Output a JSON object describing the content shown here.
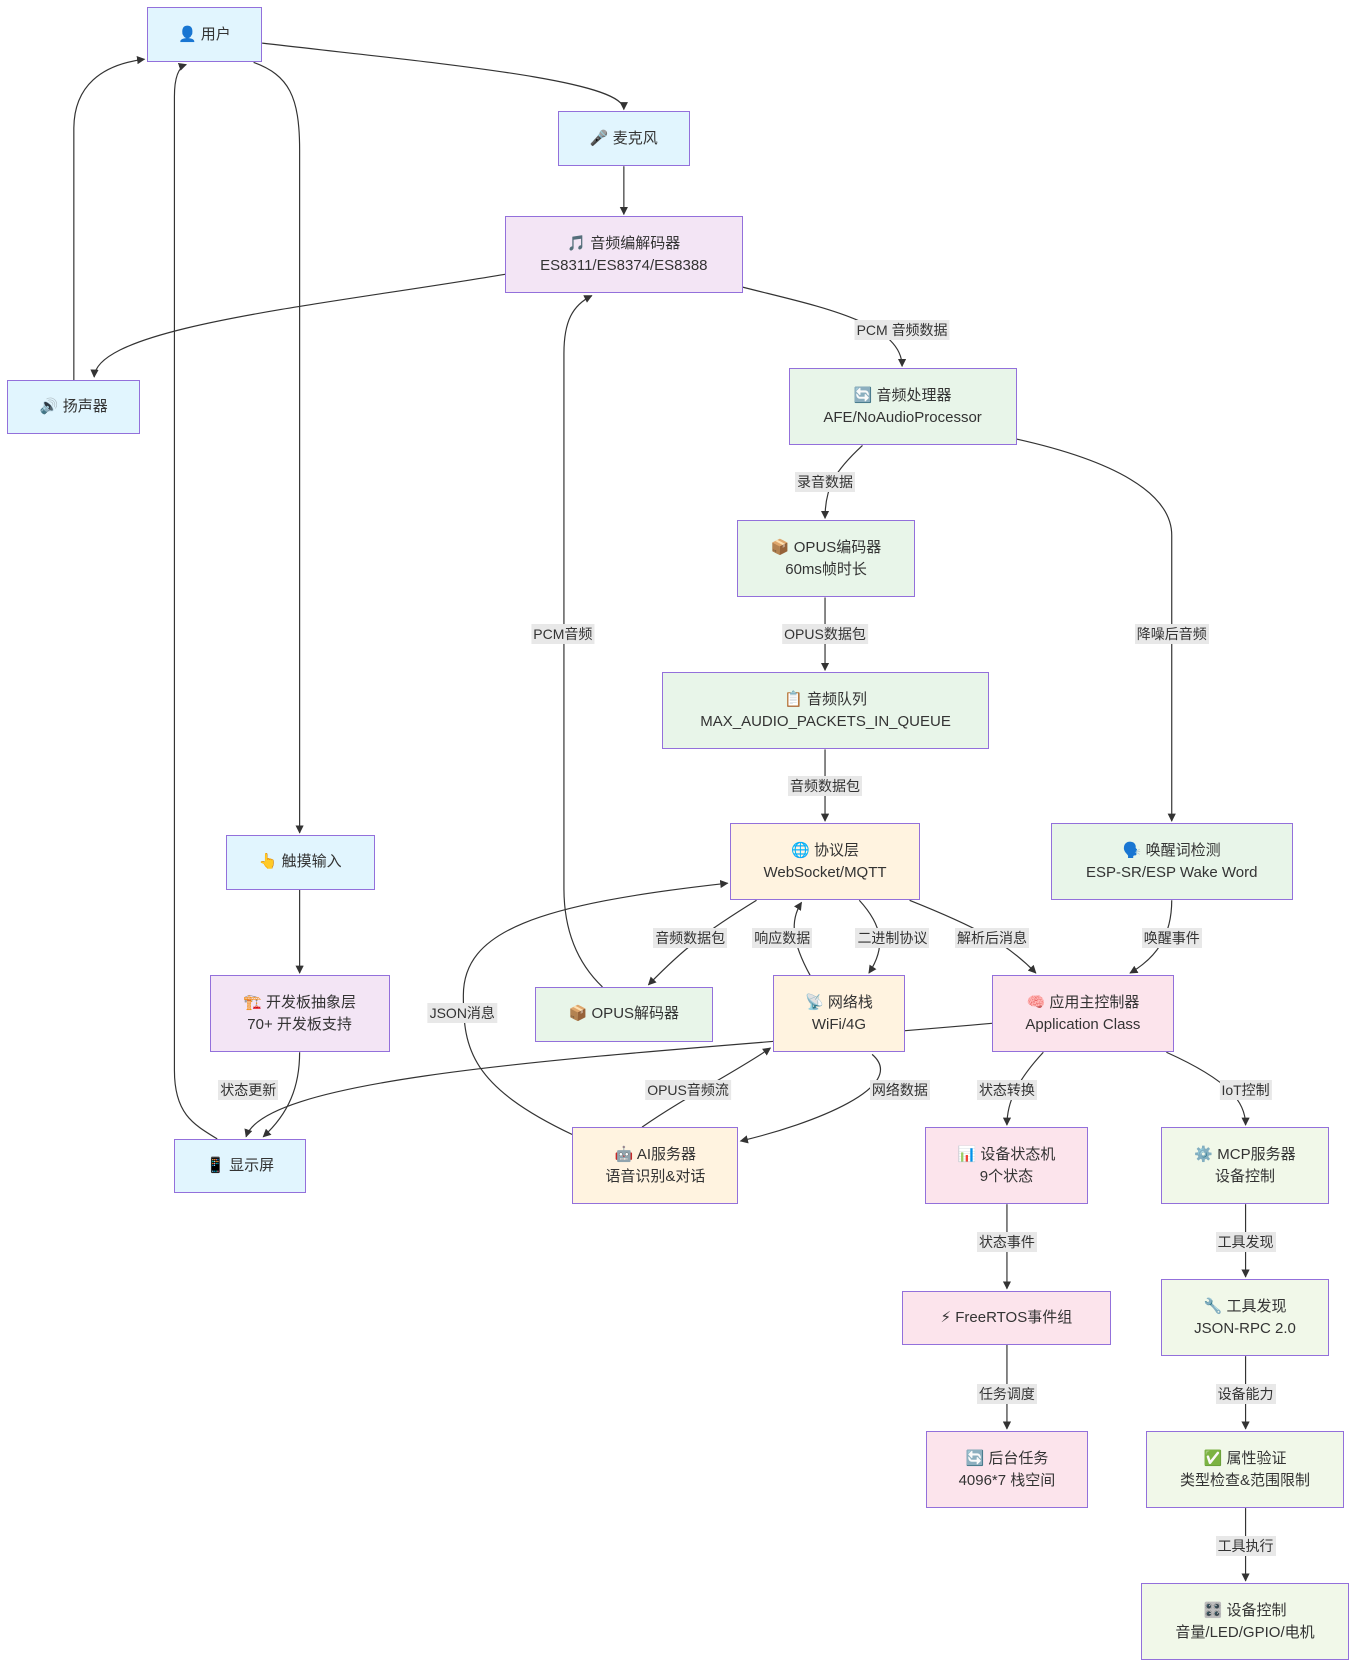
{
  "colors": {
    "blue": "#e1f5fe",
    "purple": "#f3e5f5",
    "green": "#e8f5e9",
    "orange": "#fff3e0",
    "pink": "#fce4ec",
    "lightgreen": "#f1f8e9",
    "border": "#9370DB",
    "edge": "#333333",
    "label_bg": "#e8e8e8"
  },
  "nodes": [
    {
      "id": "user",
      "icon": "👤",
      "line1": "用户",
      "line2": "",
      "fill": "blue"
    },
    {
      "id": "mic",
      "icon": "🎤",
      "line1": "麦克风",
      "line2": "",
      "fill": "blue"
    },
    {
      "id": "codec",
      "icon": "🎵",
      "line1": "音频编解码器",
      "line2": "ES8311/ES8374/ES8388",
      "fill": "purple"
    },
    {
      "id": "speaker",
      "icon": "🔊",
      "line1": "扬声器",
      "line2": "",
      "fill": "blue"
    },
    {
      "id": "audioproc",
      "icon": "🔄",
      "line1": "音频处理器",
      "line2": "AFE/NoAudioProcessor",
      "fill": "green"
    },
    {
      "id": "opusenc",
      "icon": "📦",
      "line1": "OPUS编码器",
      "line2": "60ms帧时长",
      "fill": "green"
    },
    {
      "id": "queue",
      "icon": "📋",
      "line1": "音频队列",
      "line2": "MAX_AUDIO_PACKETS_IN_QUEUE",
      "fill": "green"
    },
    {
      "id": "protocol",
      "icon": "🌐",
      "line1": "协议层",
      "line2": "WebSocket/MQTT",
      "fill": "orange"
    },
    {
      "id": "wakeword",
      "icon": "🗣️",
      "line1": "唤醒词检测",
      "line2": "ESP-SR/ESP Wake Word",
      "fill": "green"
    },
    {
      "id": "touch",
      "icon": "👆",
      "line1": "触摸输入",
      "line2": "",
      "fill": "blue"
    },
    {
      "id": "board",
      "icon": "🏗️",
      "line1": "开发板抽象层",
      "line2": "70+ 开发板支持",
      "fill": "purple"
    },
    {
      "id": "opusdec",
      "icon": "📦",
      "line1": "OPUS解码器",
      "line2": "",
      "fill": "green"
    },
    {
      "id": "network",
      "icon": "📡",
      "line1": "网络栈",
      "line2": "WiFi/4G",
      "fill": "orange"
    },
    {
      "id": "app",
      "icon": "🧠",
      "line1": "应用主控制器",
      "line2": "Application Class",
      "fill": "pink"
    },
    {
      "id": "display",
      "icon": "📱",
      "line1": "显示屏",
      "line2": "",
      "fill": "blue"
    },
    {
      "id": "ai",
      "icon": "🤖",
      "line1": "AI服务器",
      "line2": "语音识别&对话",
      "fill": "orange"
    },
    {
      "id": "statemachine",
      "icon": "📊",
      "line1": "设备状态机",
      "line2": "9个状态",
      "fill": "pink"
    },
    {
      "id": "mcp",
      "icon": "⚙️",
      "line1": "MCP服务器",
      "line2": "设备控制",
      "fill": "lightgreen"
    },
    {
      "id": "freertos",
      "icon": "⚡",
      "line1": "FreeRTOS事件组",
      "line2": "",
      "fill": "pink"
    },
    {
      "id": "tooldisc",
      "icon": "🔧",
      "line1": "工具发现",
      "line2": "JSON-RPC 2.0",
      "fill": "lightgreen"
    },
    {
      "id": "bgtask",
      "icon": "🔄",
      "line1": "后台任务",
      "line2": "4096*7 栈空间",
      "fill": "pink"
    },
    {
      "id": "propcheck",
      "icon": "✅",
      "line1": "属性验证",
      "line2": "类型检查&范围限制",
      "fill": "lightgreen"
    },
    {
      "id": "devctrl",
      "icon": "🎛️",
      "line1": "设备控制",
      "line2": "音量/LED/GPIO/电机",
      "fill": "lightgreen"
    }
  ],
  "edges": [
    {
      "id": "user-mic",
      "label": ""
    },
    {
      "id": "mic-codec",
      "label": ""
    },
    {
      "id": "codec-speaker",
      "label": ""
    },
    {
      "id": "speaker-user",
      "label": ""
    },
    {
      "id": "display-user",
      "label": ""
    },
    {
      "id": "user-touch",
      "label": ""
    },
    {
      "id": "codec-audioproc",
      "label": "PCM 音频数据"
    },
    {
      "id": "audioproc-opusenc",
      "label": "录音数据"
    },
    {
      "id": "opusenc-queue",
      "label": "OPUS数据包"
    },
    {
      "id": "queue-protocol",
      "label": "音频数据包"
    },
    {
      "id": "audioproc-wakeword",
      "label": "降噪后音频"
    },
    {
      "id": "opusdec-codec",
      "label": "PCM音频"
    },
    {
      "id": "protocol-opusdec",
      "label": "音频数据包"
    },
    {
      "id": "network-protocol",
      "label": "响应数据"
    },
    {
      "id": "protocol-network",
      "label": "二进制协议"
    },
    {
      "id": "protocol-app",
      "label": "解析后消息"
    },
    {
      "id": "wakeword-app",
      "label": "唤醒事件"
    },
    {
      "id": "ai-protocol",
      "label": "JSON消息"
    },
    {
      "id": "touch-board",
      "label": ""
    },
    {
      "id": "board-display",
      "label": "状态更新"
    },
    {
      "id": "app-display",
      "label": ""
    },
    {
      "id": "ai-network",
      "label": "OPUS音频流"
    },
    {
      "id": "network-ai",
      "label": "网络数据"
    },
    {
      "id": "app-statemachine",
      "label": "状态转换"
    },
    {
      "id": "app-mcp",
      "label": "IoT控制"
    },
    {
      "id": "statemachine-freertos",
      "label": "状态事件"
    },
    {
      "id": "mcp-tooldisc",
      "label": "工具发现"
    },
    {
      "id": "freertos-bgtask",
      "label": "任务调度"
    },
    {
      "id": "tooldisc-propcheck",
      "label": "设备能力"
    },
    {
      "id": "propcheck-devctrl",
      "label": "工具执行"
    }
  ]
}
